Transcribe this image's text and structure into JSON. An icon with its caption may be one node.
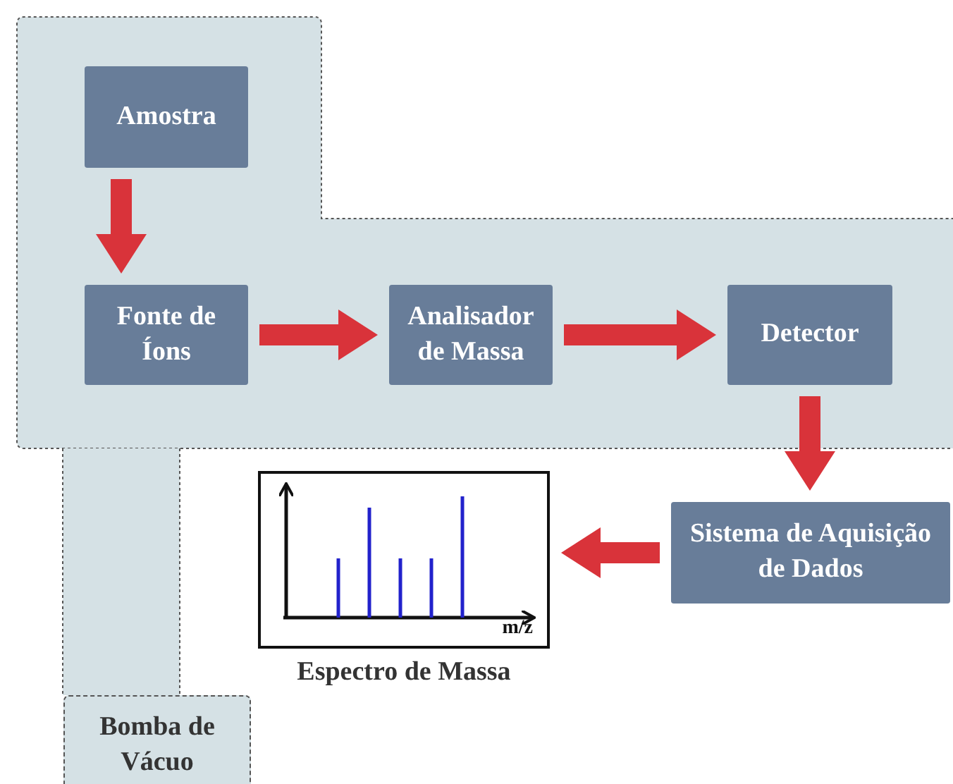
{
  "diagram": {
    "nodes": [
      {
        "text": [],
        "shape": "box"
      },
      {
        "text": [
          "Amostra"
        ],
        "in": 0
      },
      {
        "text": [
          "Fonte de Íons"
        ],
        "in": 0
      },
      {
        "text": [
          "Analisador de Massa"
        ],
        "in": 0
      },
      {
        "text": [
          "Detector"
        ],
        "in": 0
      },
      {
        "text": [
          "Sistema de Aquisição de Dados"
        ]
      },
      {
        "text": [
          "Espectro de Massa"
        ]
      },
      {
        "text": [
          "Bomba de Vácuo"
        ]
      }
    ],
    "edges": [
      {
        "from": 1,
        "to": 2,
        "arrow": "to"
      },
      {
        "from": 2,
        "to": 3,
        "arrow": "to"
      },
      {
        "from": 3,
        "to": 4,
        "arrow": "to"
      },
      {
        "from": 4,
        "to": 5,
        "arrow": "to"
      },
      {
        "from": 5,
        "to": 6,
        "arrow": "to"
      },
      {
        "from": 0,
        "to": 7,
        "arrow": "none",
        "style": "thick",
        "color": "#d5e1e5"
      }
    ],
    "labels": [
      "m/z"
    ]
  }
}
